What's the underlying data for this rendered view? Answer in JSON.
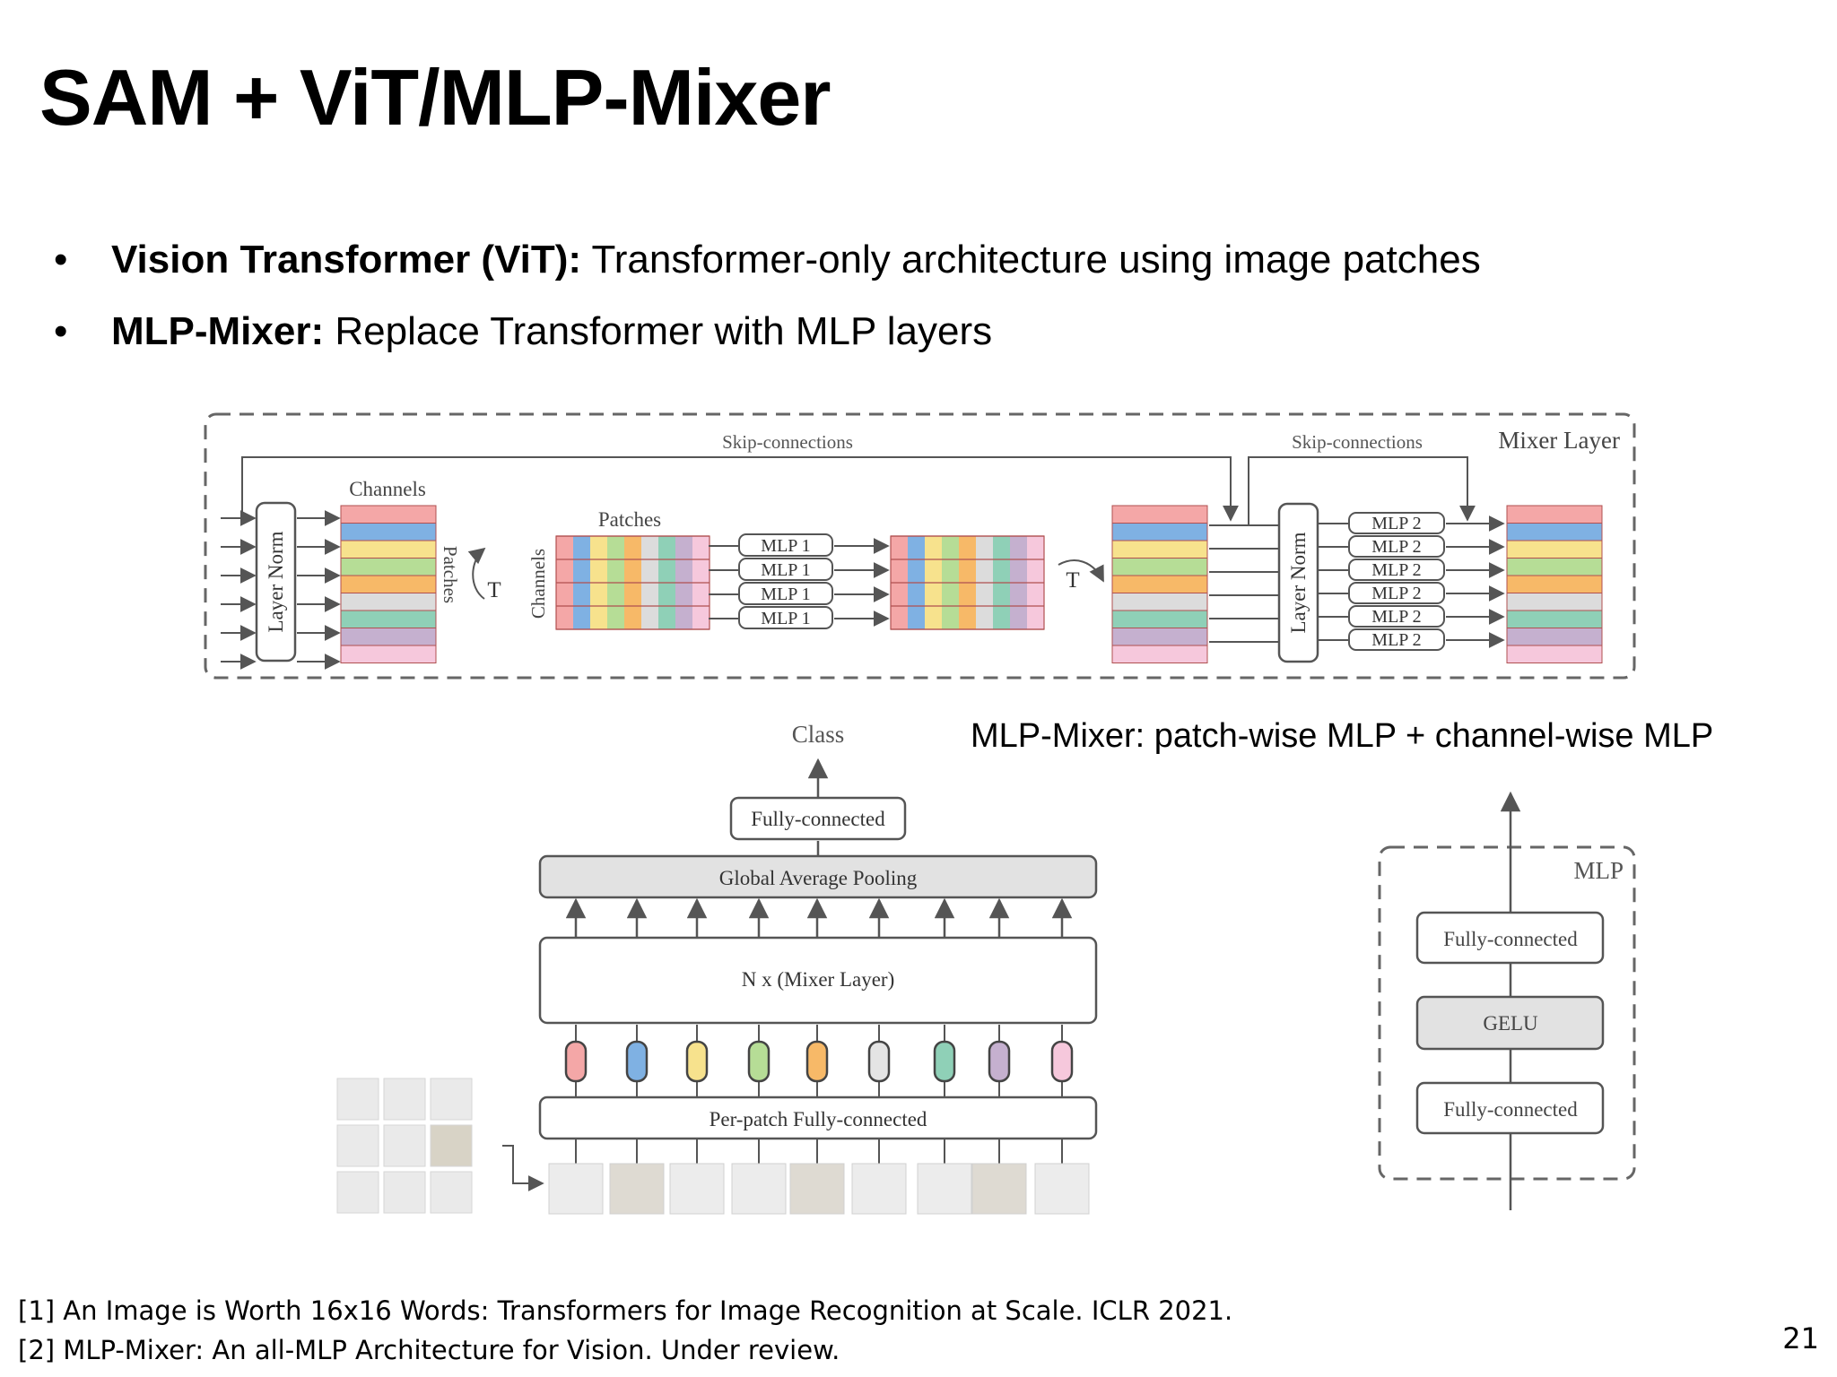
{
  "slide": {
    "title": "SAM + ViT/MLP-Mixer",
    "page_number": "21",
    "bullets": [
      {
        "bold": "Vision Transformer (ViT):",
        "text": " Transformer-only architecture using image patches"
      },
      {
        "bold": "MLP-Mixer:",
        "text": " Replace Transformer with MLP layers"
      }
    ],
    "caption": "MLP-Mixer: patch-wise MLP + channel-wise MLP",
    "references": [
      "[1] An Image is Worth 16x16 Words: Transformers for Image Recognition at Scale. ICLR 2021.",
      "[2] MLP-Mixer: An all-MLP Architecture for Vision. Under review."
    ]
  },
  "diagram": {
    "mixer_layer": {
      "title": "Mixer Layer",
      "skip_label_1": "Skip-connections",
      "skip_label_2": "Skip-connections",
      "layer_norm_1": "Layer Norm",
      "layer_norm_2": "Layer Norm",
      "channels_label": "Channels",
      "patches_side_label": "Patches",
      "patches_label": "Patches",
      "channels_side_label": "Channels",
      "transpose_1": "T",
      "transpose_2": "T",
      "mlp1_labels": [
        "MLP 1",
        "MLP 1",
        "MLP 1",
        "MLP 1"
      ],
      "mlp2_labels": [
        "MLP 2",
        "MLP 2",
        "MLP 2",
        "MLP 2",
        "MLP 2",
        "MLP 2"
      ]
    },
    "overview": {
      "class_label": "Class",
      "fully_connected": "Fully-connected",
      "global_pooling": "Global Average Pooling",
      "mixer_stack": "N x (Mixer Layer)",
      "per_patch": "Per-patch Fully-connected"
    },
    "mlp_block": {
      "title": "MLP",
      "fc_top": "Fully-connected",
      "activation": "GELU",
      "fc_bottom": "Fully-connected"
    },
    "colors": {
      "stripes": [
        "#f4a7a7",
        "#7fb1e3",
        "#f7e28d",
        "#b6dd96",
        "#f7b968",
        "#dcdcdc",
        "#8fd0b7",
        "#c5b0cf",
        "#f6c8dc"
      ],
      "token_colors": [
        "#f4a7a7",
        "#7fb1e3",
        "#f7e28d",
        "#b6dd96",
        "#f7b968",
        "#e4e4e4",
        "#8fd0b7",
        "#c5b0cf",
        "#f6c8dc"
      ],
      "box_gray": "#e2e2e2",
      "line": "#555555"
    }
  }
}
